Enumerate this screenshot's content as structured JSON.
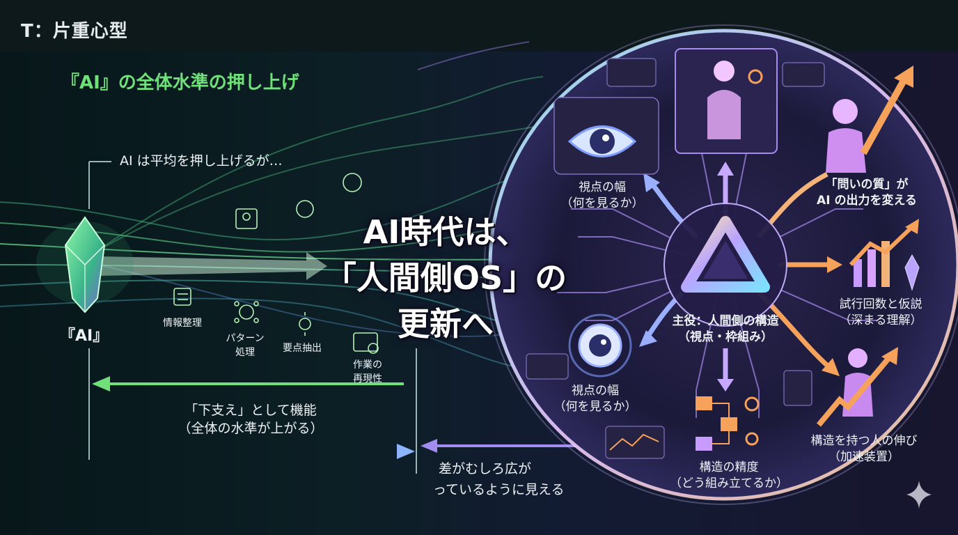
{
  "header": {
    "title": "T：片重心型"
  },
  "subtitle": "『AI』の全体水準の押し上げ",
  "left": {
    "ai_label": "『AI』",
    "callout": "AI は平均を押し上げるが…",
    "tasks": {
      "info": "情報整理",
      "pattern": [
        "パターン",
        "処理"
      ],
      "extract": "要点抽出",
      "repro": [
        "作業の",
        "再現性"
      ]
    },
    "support": [
      "「下支え」として機能",
      "（全体の水準が上がる）"
    ],
    "gap": [
      "差がむしろ広が",
      "っているように見える"
    ]
  },
  "hero": [
    "AI時代は、",
    "「人間側OS」の",
    "更新へ"
  ],
  "sphere": {
    "center_label": [
      "主役：人間側の構造",
      "（視点・枠組み）"
    ],
    "viewpoint_top": [
      "視点の幅",
      "（何を見るか）"
    ],
    "viewpoint_bottom": [
      "視点の幅",
      "（何を見るか）"
    ],
    "question": [
      "「問いの質」が",
      "AI の出力を変える"
    ],
    "trials": [
      "試行回数と仮説",
      "（深まる理解）"
    ],
    "precision": [
      "構造の精度",
      "（どう組み立てるか）"
    ],
    "growth": [
      "構造を持つ人の伸び",
      "（加速装置）"
    ]
  },
  "colors": {
    "green": "#6fe07a",
    "violet": "#b892ff",
    "orange": "#f7a25a",
    "bg": "#0d191b"
  }
}
